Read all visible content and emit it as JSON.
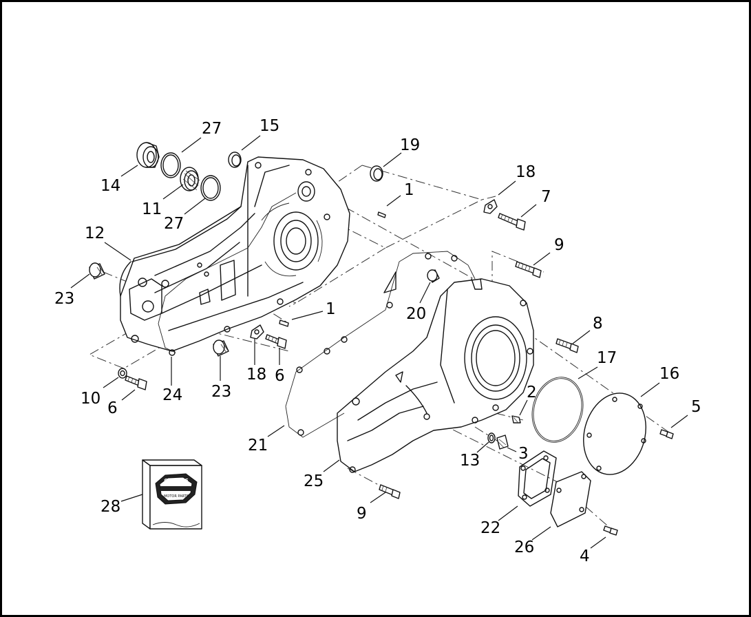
{
  "callouts": [
    {
      "id": "c27a",
      "label": "27"
    },
    {
      "id": "c15",
      "label": "15"
    },
    {
      "id": "c19",
      "label": "19"
    },
    {
      "id": "c14",
      "label": "14"
    },
    {
      "id": "c11",
      "label": "11"
    },
    {
      "id": "c27b",
      "label": "27"
    },
    {
      "id": "c1a",
      "label": "1"
    },
    {
      "id": "c18a",
      "label": "18"
    },
    {
      "id": "c7",
      "label": "7"
    },
    {
      "id": "c12",
      "label": "12"
    },
    {
      "id": "c9a",
      "label": "9"
    },
    {
      "id": "c23a",
      "label": "23"
    },
    {
      "id": "c1b",
      "label": "1"
    },
    {
      "id": "c20",
      "label": "20"
    },
    {
      "id": "c8",
      "label": "8"
    },
    {
      "id": "c17",
      "label": "17"
    },
    {
      "id": "c16",
      "label": "16"
    },
    {
      "id": "c18b",
      "label": "18"
    },
    {
      "id": "c6a",
      "label": "6"
    },
    {
      "id": "c24",
      "label": "24"
    },
    {
      "id": "c23b",
      "label": "23"
    },
    {
      "id": "c10",
      "label": "10"
    },
    {
      "id": "c6b",
      "label": "6"
    },
    {
      "id": "c2",
      "label": "2"
    },
    {
      "id": "c5",
      "label": "5"
    },
    {
      "id": "c3",
      "label": "3"
    },
    {
      "id": "c13",
      "label": "13"
    },
    {
      "id": "c21",
      "label": "21"
    },
    {
      "id": "c25",
      "label": "25"
    },
    {
      "id": "c28",
      "label": "28"
    },
    {
      "id": "c9b",
      "label": "9"
    },
    {
      "id": "c22",
      "label": "22"
    },
    {
      "id": "c26",
      "label": "26"
    },
    {
      "id": "c4",
      "label": "4"
    }
  ],
  "badge": {
    "top_text": "GENUINE",
    "bottom_text": "MOTOR PARTS"
  },
  "colors": {
    "line": "#111111",
    "background": "#ffffff",
    "frame": "#000000"
  }
}
